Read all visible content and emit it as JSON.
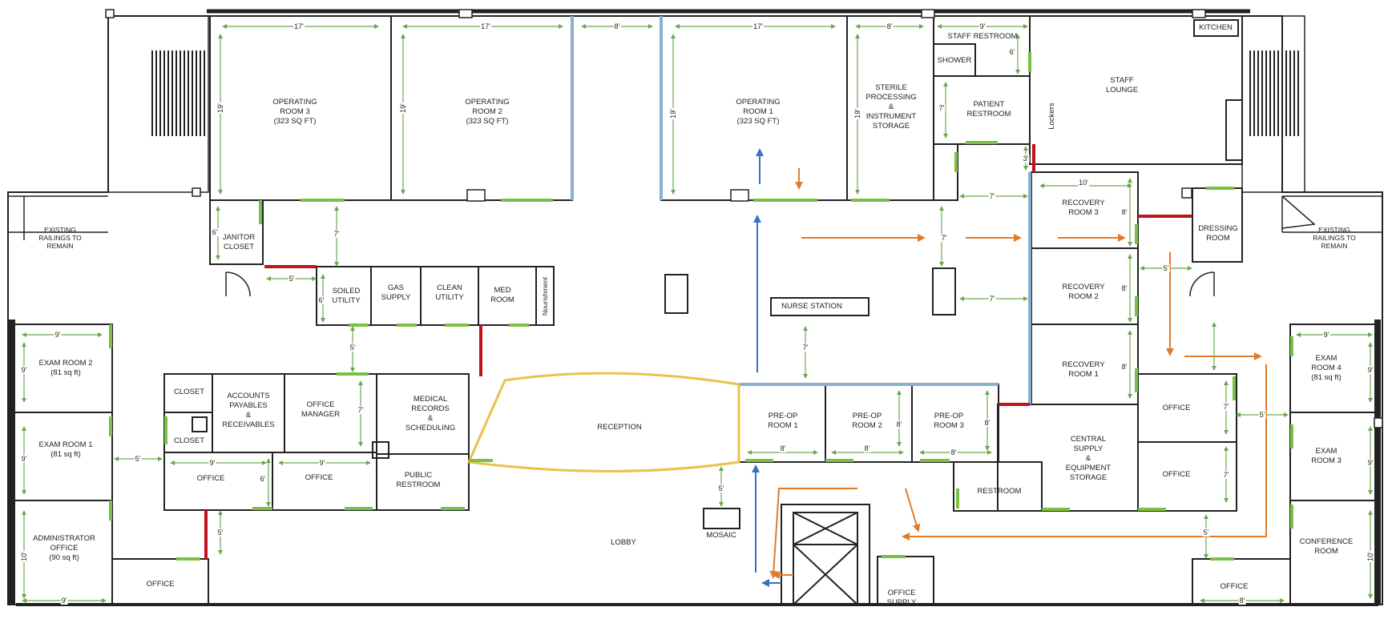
{
  "rooms": {
    "operating_room_3": "OPERATING\nROOM 3\n(323 SQ FT)",
    "operating_room_2": "OPERATING\nROOM 2\n(323 SQ FT)",
    "operating_room_1": "OPERATING\nROOM 1\n(323 SQ FT)",
    "sterile_processing": "STERILE\nPROCESSING\n&\nINSTRUMENT\nSTORAGE",
    "staff_restroom": "STAFF RESTROOM",
    "shower": "SHOWER",
    "patient_restroom": "PATIENT\nRESTROOM",
    "staff_lounge": "STAFF\nLOUNGE",
    "kitchen": "KITCHEN",
    "lockers": "Lockers",
    "janitor_closet": "JANITOR\nCLOSET",
    "soiled_utility": "SOILED\nUTILITY",
    "gas_supply": "GAS\nSUPPLY",
    "clean_utility": "CLEAN\nUTILITY",
    "med_room": "MED\nROOM",
    "nourishment": "Nourishment",
    "nurse_station": "NURSE STATION",
    "recovery_room_3": "RECOVERY\nROOM 3",
    "recovery_room_2": "RECOVERY\nROOM 2",
    "recovery_room_1": "RECOVERY\nROOM 1",
    "dressing_room": "DRESSING\nROOM",
    "existing_railings_left": "EXISTING\nRAILINGS TO\nREMAIN",
    "existing_railings_right": "EXISTING\nRAILINGS TO\nREMAIN",
    "exam_room_2": "EXAM ROOM 2\n(81 sq ft)",
    "exam_room_1": "EXAM ROOM 1\n(81 sq ft)",
    "administrator_office": "ADMINISTRATOR\nOFFICE\n(90 sq ft)",
    "office_bottom_left": "OFFICE",
    "closet_1": "CLOSET",
    "closet_2": "CLOSET",
    "accounts": "ACCOUNTS\nPAYABLES\n&\nRECEIVABLES",
    "office_manager": "OFFICE\nMANAGER",
    "office_a": "OFFICE",
    "office_b": "OFFICE",
    "medical_records": "MEDICAL\nRECORDS\n&\nSCHEDULING",
    "public_restroom": "PUBLIC\nRESTROOM",
    "reception": "RECEPTION",
    "lobby": "LOBBY",
    "pre_op_1": "PRE-OP\nROOM 1",
    "pre_op_2": "PRE-OP\nROOM 2",
    "pre_op_3": "PRE-OP\nROOM 3",
    "mosaic": "MOSAIC",
    "restroom": "RESTROOM",
    "central_supply": "CENTRAL\nSUPPLY\n&\nEQUIPMENT\nSTORAGE",
    "office_right_1": "OFFICE",
    "office_right_2": "OFFICE",
    "exam_room_4": "EXAM\nROOM 4\n(81 sq ft)",
    "exam_room_3": "EXAM\nROOM 3",
    "conference_room": "CONFERENCE\nROOM",
    "office_bottom_right": "OFFICE",
    "office_supply": "OFFICE\nSUPPLY"
  },
  "dimensions": {
    "or3_w": "17'",
    "or2_w": "17'",
    "corr_8": "8'",
    "or1_w": "17'",
    "sterile_w": "8'",
    "staff_rr_w": "9'",
    "staff_rr_h": "6'",
    "or3_h": "19'",
    "or2_h": "19'",
    "or1_h": "19'",
    "sterile_h": "19'",
    "patient_rr_h": "7'",
    "gap_3": "3'",
    "rec3_w": "10'",
    "corr_7a": "7'",
    "corr_7b": "7'",
    "corr_7c": "7'",
    "janitor_h": "6'",
    "corr_7d": "7'",
    "corr_5a": "5'",
    "soiled_h": "6'",
    "rec3_h": "8'",
    "rec2_h": "8'",
    "rec1_h": "8'",
    "corr_5b": "5'",
    "nurse_7": "7'",
    "corr_5c": "5'",
    "exam2_w": "9'",
    "exam2_h": "9'",
    "exam1_h": "9'",
    "corr_5d": "5'",
    "office_a_w": "9'",
    "office_a_h": "6'",
    "office_b_w": "9'",
    "mgr_h": "7'",
    "pre1_w": "8'",
    "pre2_w": "8'",
    "pre2_h": "8'",
    "pre3_w": "8'",
    "pre3_h": "8'",
    "mosaic_5": "5'",
    "admin_h": "10'",
    "admin_w": "9'",
    "corr_5e": "5'",
    "office_r1_h": "7'",
    "office_r2_h": "7'",
    "exam4_w": "9'",
    "exam4_h": "9'",
    "exam3_h": "9'",
    "corr_5f": "5'",
    "conf_h": "10'",
    "office_br_w": "8'",
    "corr_5g": "5'"
  },
  "colors": {
    "wall": "#222222",
    "door_green": "#7ac143",
    "fire_door_red": "#c0141b",
    "glass_blue": "#8aaed0",
    "dimension_arrow": "#6aa84f",
    "flow_orange": "#e07b2a",
    "flow_blue": "#3a6fc4",
    "reception_desk": "#f0d27a"
  }
}
